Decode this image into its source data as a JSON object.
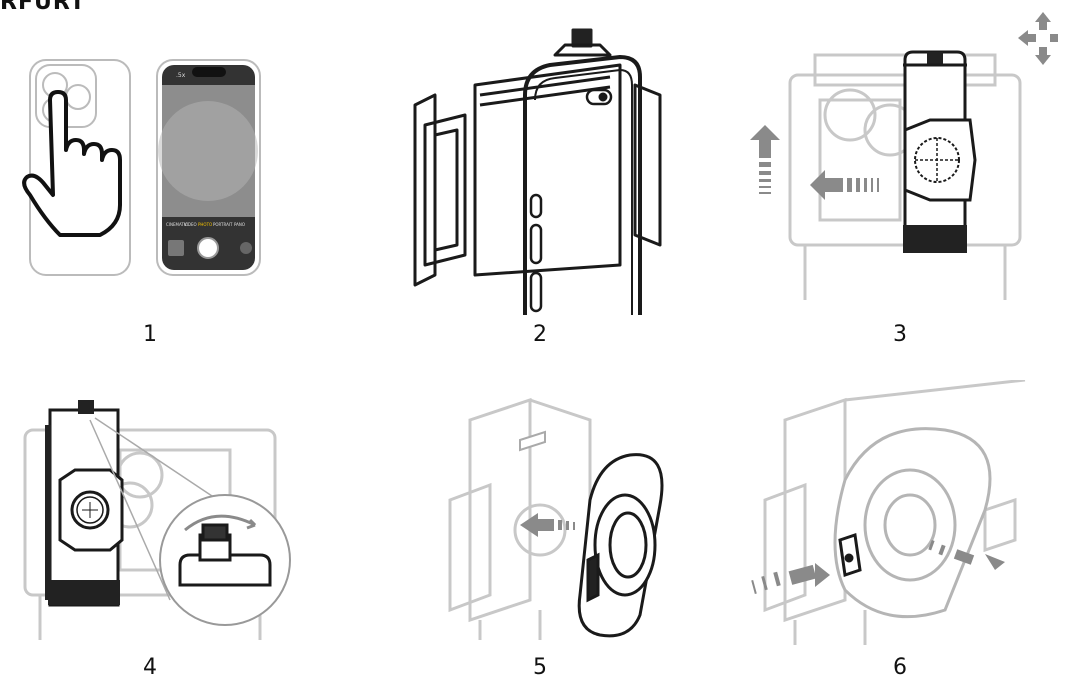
{
  "header": {
    "heading": "RFURT"
  },
  "steps": [
    {
      "number": "1",
      "illustration": "tap-phone-open-camera"
    },
    {
      "number": "2",
      "illustration": "clamp-phone-in-cage"
    },
    {
      "number": "3",
      "illustration": "align-mount-over-lens"
    },
    {
      "number": "4",
      "illustration": "tighten-knob"
    },
    {
      "number": "5",
      "illustration": "insert-lens"
    },
    {
      "number": "6",
      "illustration": "slide-release-lens"
    }
  ],
  "phone_screen": {
    "modes": [
      "CINEMATIC",
      "VIDEO",
      "PHOTO",
      "PORTRAIT",
      "PANO"
    ],
    "zoom": ".5x"
  },
  "colors": {
    "line": "#1a1a1a",
    "faint": "#c8c8c8",
    "arrow": "#8a8a8a",
    "dark": "#222222"
  }
}
